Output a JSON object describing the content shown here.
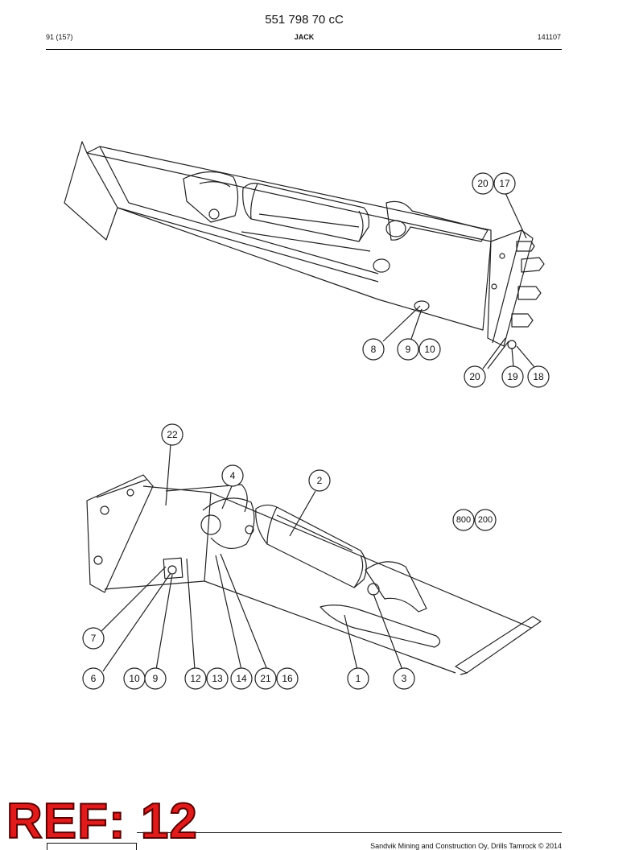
{
  "header": {
    "doc_number": "551 798 70 cC",
    "page": "91 (157)",
    "title": "JACK",
    "date_code": "141107"
  },
  "upper_view": {
    "callouts": [
      "20",
      "17",
      "8",
      "9",
      "10",
      "20",
      "19",
      "18"
    ]
  },
  "lower_view": {
    "callouts": [
      "22",
      "4",
      "2",
      "800",
      "200",
      "7",
      "6",
      "10",
      "9",
      "12",
      "13",
      "14",
      "21",
      "16",
      "1",
      "3"
    ]
  },
  "footer": {
    "copyright": "Sandvik Mining and Construction Oy, Drills Tamrock © 2014",
    "ref_stamp": "REF: 12"
  }
}
